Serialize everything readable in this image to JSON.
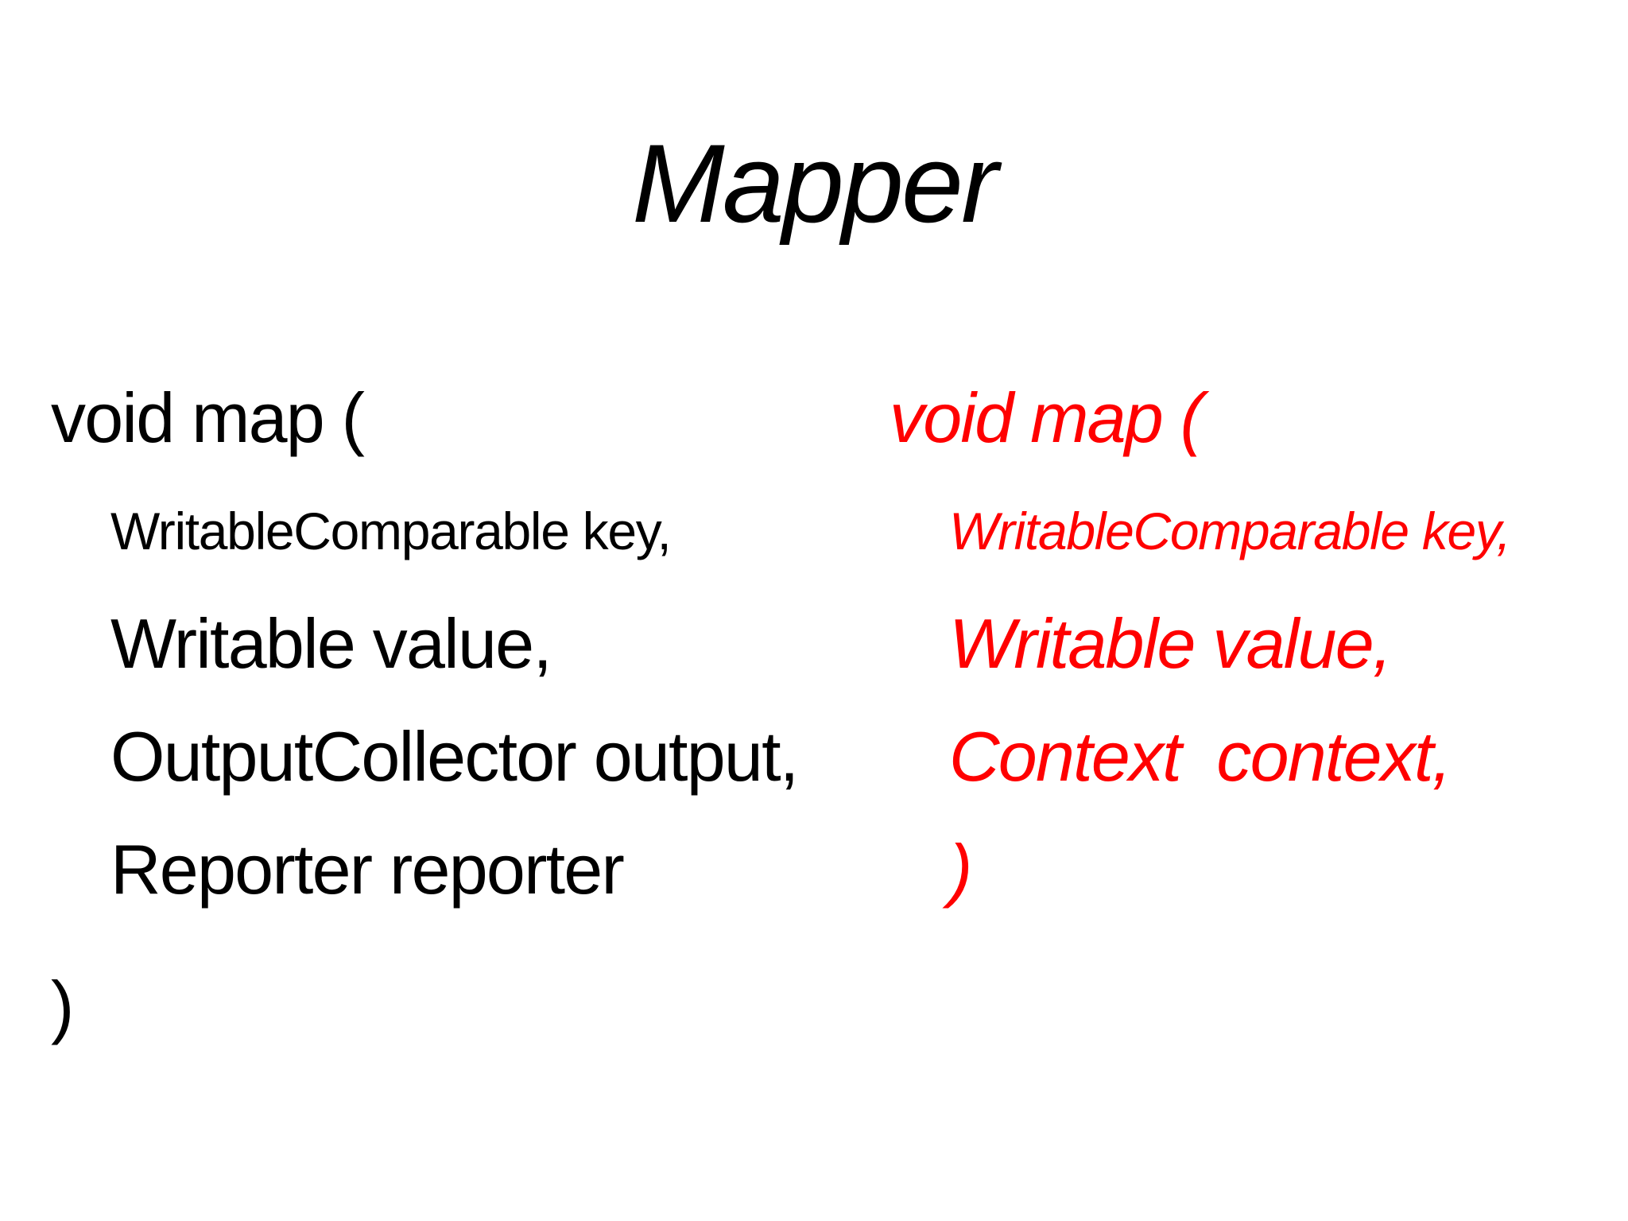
{
  "slide": {
    "title": "Mapper",
    "colors": {
      "background": "#FFFFFF",
      "text": "#000000",
      "highlight": "#FF0000"
    },
    "old_api": {
      "lines": [
        {
          "text": "void map ("
        },
        {
          "text": "WritableComparable key,"
        },
        {
          "text": "Writable value,"
        },
        {
          "text": "OutputCollector output,"
        },
        {
          "text": "Reporter reporter"
        },
        {
          "text": ")"
        }
      ]
    },
    "new_api": {
      "lines": [
        {
          "text": "void map ("
        },
        {
          "text": "WritableComparable key,"
        },
        {
          "text": "Writable value,"
        },
        {
          "text": "Context  context,"
        },
        {
          "text": ")"
        }
      ]
    }
  }
}
